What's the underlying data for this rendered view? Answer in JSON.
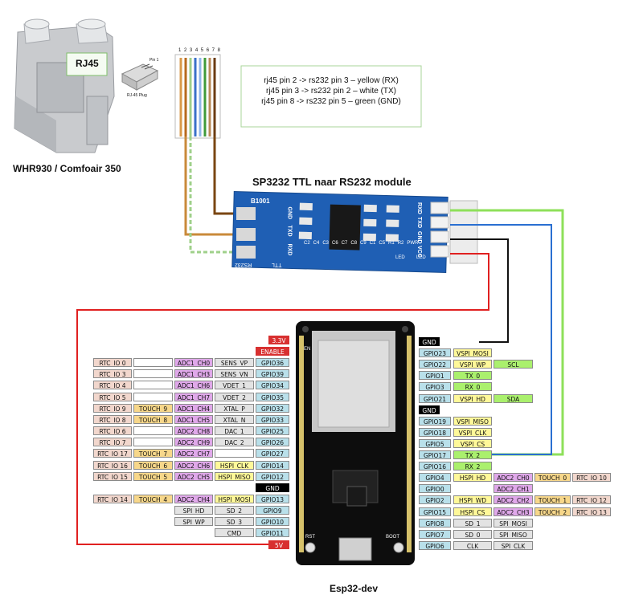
{
  "title": "SP3232 TTL naar RS232 module",
  "unit_label": "WHR930 / Comfoair 350",
  "rj45_label": "RJ45",
  "rj45_plug_pin": "Pin 1",
  "rj45_plug_caption": "RJ-45 Plug",
  "rj45_pin_numbers": [
    "1",
    "2",
    "3",
    "4",
    "5",
    "6",
    "7",
    "8"
  ],
  "notes": [
    "rj45 pin 2 -> rs232 pin 3 – yellow (RX)",
    "rj45 pin 3 -> rs232 pin 2 – white (TX)",
    "rj45 pin 8 -> rs232 pin 5 – green (GND)"
  ],
  "module": {
    "left_pins": [
      "GND",
      "TXD",
      "RXD"
    ],
    "right_pins": [
      "RXD",
      "TXD",
      "GND",
      "VCC"
    ],
    "chip_labels": [
      "C2",
      "C4",
      "C3",
      "C6",
      "C7",
      "C8",
      "C9",
      "C1",
      "C5",
      "R1",
      "R2",
      "PWR"
    ],
    "board_text": [
      "B1001",
      "RS232",
      "TTL",
      "LED",
      "LED"
    ]
  },
  "esp32": {
    "caption": "Esp32-dev",
    "pin_3v3": "3.3V",
    "pin_5v": "5V",
    "board_text": [
      "BOOT",
      "RST",
      "EN"
    ]
  },
  "left_rows": [
    [
      "",
      "",
      "",
      "",
      "ENABLE"
    ],
    [
      "RTC_IO 0",
      "",
      "ADC1_CH0",
      "SENS_VP",
      "GPIO36"
    ],
    [
      "RTC_IO 3",
      "",
      "ADC1_CH3",
      "SENS_VN",
      "GPIO39"
    ],
    [
      "RTC_IO 4",
      "",
      "ADC1_CH6",
      "VDET_1",
      "GPIO34"
    ],
    [
      "RTC_IO 5",
      "",
      "ADC1_CH7",
      "VDET_2",
      "GPIO35"
    ],
    [
      "RTC_IO 9",
      "TOUCH_9",
      "ADC1_CH4",
      "XTAL_P",
      "GPIO32"
    ],
    [
      "RTC_IO 8",
      "TOUCH_8",
      "ADC1_CH5",
      "XTAL_N",
      "GPIO33"
    ],
    [
      "RTC_IO 6",
      "",
      "ADC2_CH8",
      "DAC_1",
      "GPIO25"
    ],
    [
      "RTC_IO 7",
      "",
      "ADC2_CH9",
      "DAC_2",
      "GPIO26"
    ],
    [
      "RTC_IO 17",
      "TOUCH_7",
      "ADC2_CH7",
      "",
      "GPIO27"
    ],
    [
      "RTC_IO 16",
      "TOUCH_6",
      "ADC2_CH6",
      "HSPI_CLK",
      "GPIO14"
    ],
    [
      "RTC_IO 15",
      "TOUCH_5",
      "ADC2_CH5",
      "HSPI_MISO",
      "GPIO12"
    ],
    [
      "",
      "",
      "",
      "",
      "GND"
    ],
    [
      "RTC_IO 14",
      "TOUCH_4",
      "ADC2_CH4",
      "HSPI_MOSI",
      "GPIO13"
    ],
    [
      "",
      "",
      "SPI_HD",
      "SD_2",
      "GPIO9"
    ],
    [
      "",
      "",
      "SPI_WP",
      "SD_3",
      "GPIO10"
    ],
    [
      "",
      "",
      "",
      "CMD",
      "GPIO11"
    ]
  ],
  "right_rows": [
    [
      "GND",
      "",
      "",
      "",
      ""
    ],
    [
      "GPIO23",
      "VSPI_MOSI",
      "",
      "",
      ""
    ],
    [
      "GPIO22",
      "VSPI_WP",
      "SCL",
      "",
      ""
    ],
    [
      "GPIO1",
      "TX_0",
      "",
      "",
      ""
    ],
    [
      "GPIO3",
      "RX_0",
      "",
      "",
      ""
    ],
    [
      "GPIO21",
      "VSPI_HD",
      "SDA",
      "",
      ""
    ],
    [
      "GND",
      "",
      "",
      "",
      ""
    ],
    [
      "GPIO19",
      "VSPI_MISO",
      "",
      "",
      ""
    ],
    [
      "GPIO18",
      "VSPI_CLK",
      "",
      "",
      ""
    ],
    [
      "GPIO5",
      "VSPI_CS",
      "",
      "",
      ""
    ],
    [
      "GPIO17",
      "TX_2",
      "",
      "",
      ""
    ],
    [
      "GPIO16",
      "RX_2",
      "",
      "",
      ""
    ],
    [
      "GPIO4",
      "HSPI_HD",
      "ADC2_CH0",
      "TOUCH_0",
      "RTC_IO 10"
    ],
    [
      "GPIO0",
      "",
      "ADC2_CH1",
      "",
      ""
    ],
    [
      "GPIO2",
      "HSPI_WD",
      "ADC2_CH2",
      "TOUCH_1",
      "RTC_IO 12"
    ],
    [
      "GPIO15",
      "HSPI_CS",
      "ADC2_CH3",
      "TOUCH_2",
      "RTC_IO 13"
    ],
    [
      "GPIO8",
      "SD_1",
      "SPI_MOSI",
      "",
      ""
    ],
    [
      "GPIO7",
      "SD_0",
      "SPI_MISO",
      "",
      ""
    ],
    [
      "GPIO6",
      "CLK",
      "SPI_CLK",
      "",
      ""
    ]
  ],
  "colors": {
    "rtc": "#f2d7cd",
    "touch": "#f7d78a",
    "adc": "#e0a8ea",
    "func": "#e3e3e3",
    "gpio": "#b9e0ea",
    "vspi": "#fff899",
    "uart": "#aaf06d",
    "spi_flash": "#e0e0e0",
    "black_label": "#000000",
    "red_label": "#d83030",
    "wire_red": "#e02020",
    "wire_black": "#111111",
    "wire_blue": "#2a6fd1",
    "wire_green": "#8ee05a",
    "module_blue": "#1f5fb4"
  }
}
